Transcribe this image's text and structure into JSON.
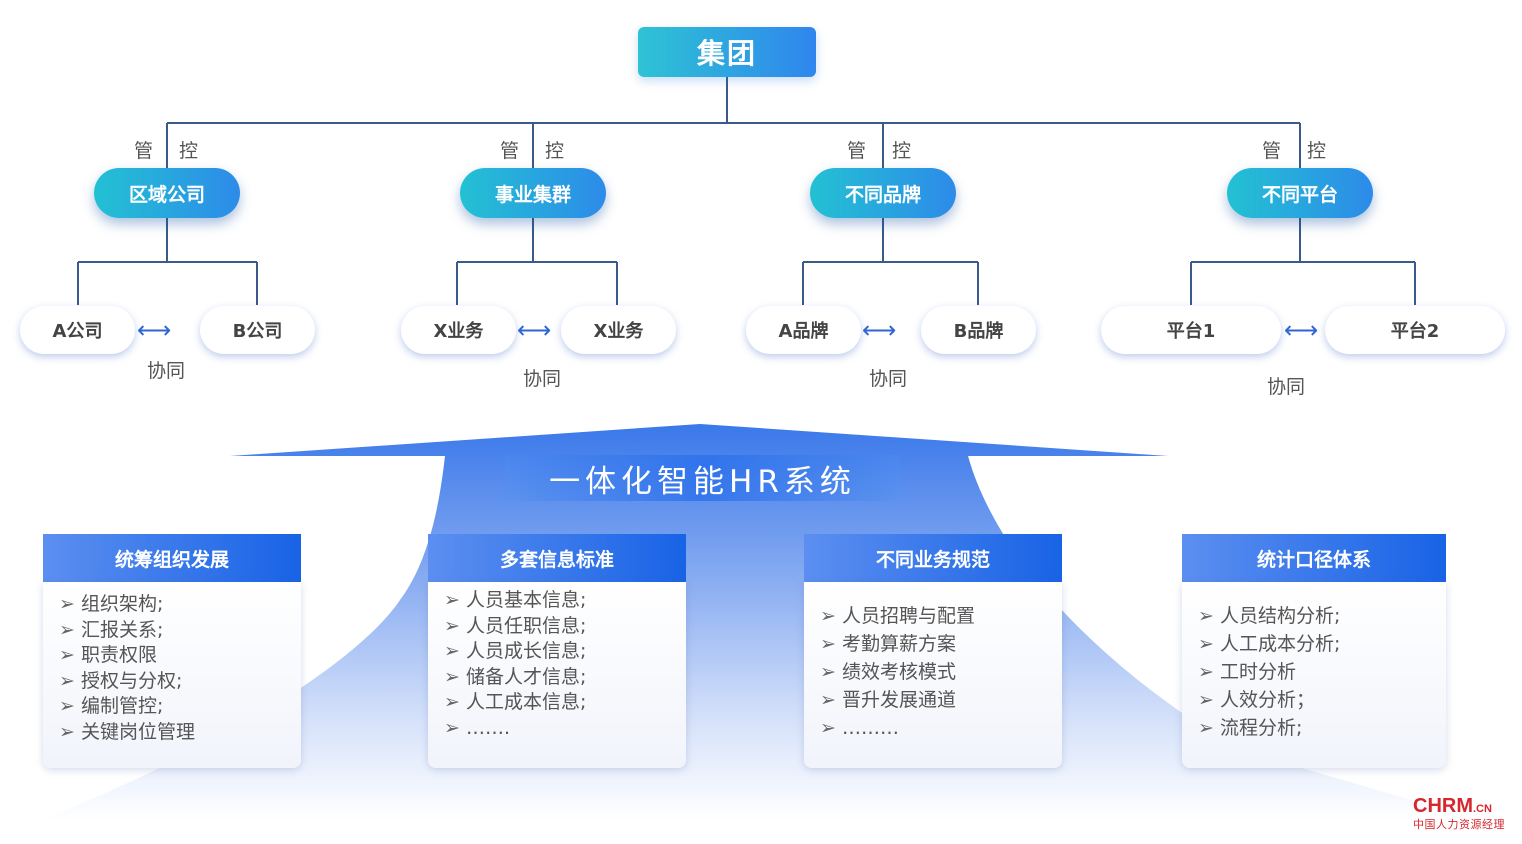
{
  "root": {
    "label": "集团"
  },
  "control_label": {
    "left": "管",
    "right": "控"
  },
  "branches": [
    {
      "label": "区域公司",
      "leaves": [
        "A公司",
        "B公司"
      ],
      "coop": "协同"
    },
    {
      "label": "事业集群",
      "leaves": [
        "X业务",
        "X业务"
      ],
      "coop": "协同"
    },
    {
      "label": "不同品牌",
      "leaves": [
        "A品牌",
        "B品牌"
      ],
      "coop": "协同"
    },
    {
      "label": "不同平台",
      "leaves": [
        "平台1",
        "平台2"
      ],
      "coop": "协同"
    }
  ],
  "center_title": "一体化智能HR系统",
  "cards": [
    {
      "title": "统筹组织发展",
      "items": [
        "组织架构;",
        "汇报关系;",
        "职责权限",
        "授权与分权;",
        "编制管控;",
        "关键岗位管理"
      ]
    },
    {
      "title": "多套信息标准",
      "items": [
        "人员基本信息;",
        "人员任职信息;",
        "人员成长信息;",
        "储备人才信息;",
        "人工成本信息;",
        "……."
      ]
    },
    {
      "title": "不同业务规范",
      "items": [
        "人员招聘与配置",
        "考勤算薪方案",
        "绩效考核模式",
        "晋升发展通道",
        "………"
      ]
    },
    {
      "title": "统计口径体系",
      "items": [
        "人员结构分析;",
        "人工成本分析;",
        "工时分析",
        "人效分析；",
        "流程分析;"
      ]
    }
  ],
  "icons": {
    "arrow": "double-arrow-icon",
    "bullet": "chevron-right-icon"
  },
  "logo": {
    "main": "CHRM",
    "suffix": ".CN",
    "sub": "中国人力资源经理"
  },
  "colors": {
    "teal": "#23c1d3",
    "blue": "#2d8be9",
    "card_head": "#1863e6",
    "logo_red": "#d7262d"
  }
}
